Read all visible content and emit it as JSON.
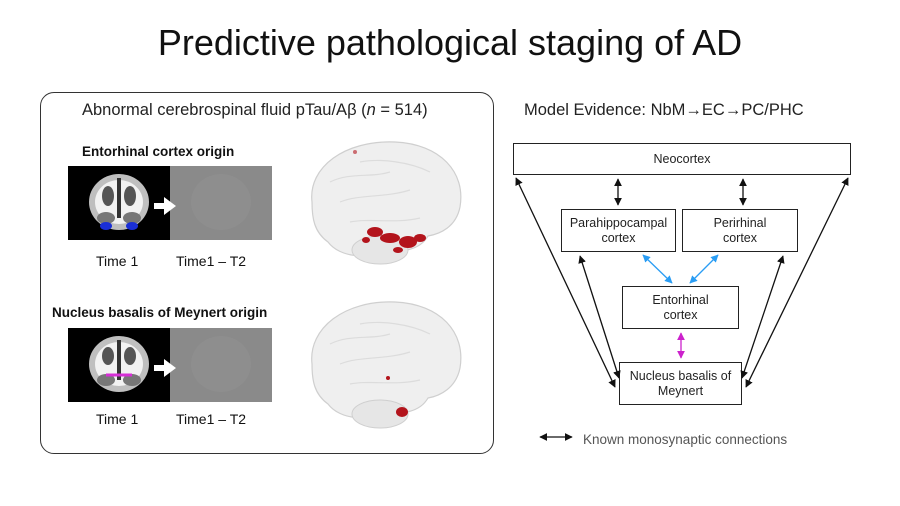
{
  "title": "Predictive pathological staging of AD",
  "panel": {
    "title_prefix": "Abnormal cerebrospinal fluid pTau/Aβ (",
    "title_n": "n",
    "title_suffix": " = 514)",
    "rows": [
      {
        "origin": "Entorhinal cortex origin",
        "time1": "Time 1",
        "time2": "Time1 – T2",
        "marker_color": "#1a2fd6"
      },
      {
        "origin": "Nucleus basalis of Meynert origin",
        "time1": "Time 1",
        "time2": "Time1 – T2",
        "marker_color": "#d62fd6"
      }
    ]
  },
  "model": {
    "title": "Model Evidence: NbM→EC→PC/PHC",
    "nodes": {
      "neocortex": "Neocortex",
      "parahippocampal": [
        "Parahippocampal",
        "cortex"
      ],
      "perirhinal": [
        "Perirhinal",
        "cortex"
      ],
      "entorhinal": [
        "Entorhinal",
        "cortex"
      ],
      "nbm": [
        "Nucleus basalis of",
        "Meynert"
      ]
    },
    "legend": "Known monosynaptic connections"
  },
  "colors": {
    "arrow_black": "#111111",
    "arrow_blue": "#2a9df4",
    "arrow_magenta": "#cc22cc",
    "lesion_red": "#b3141c"
  }
}
